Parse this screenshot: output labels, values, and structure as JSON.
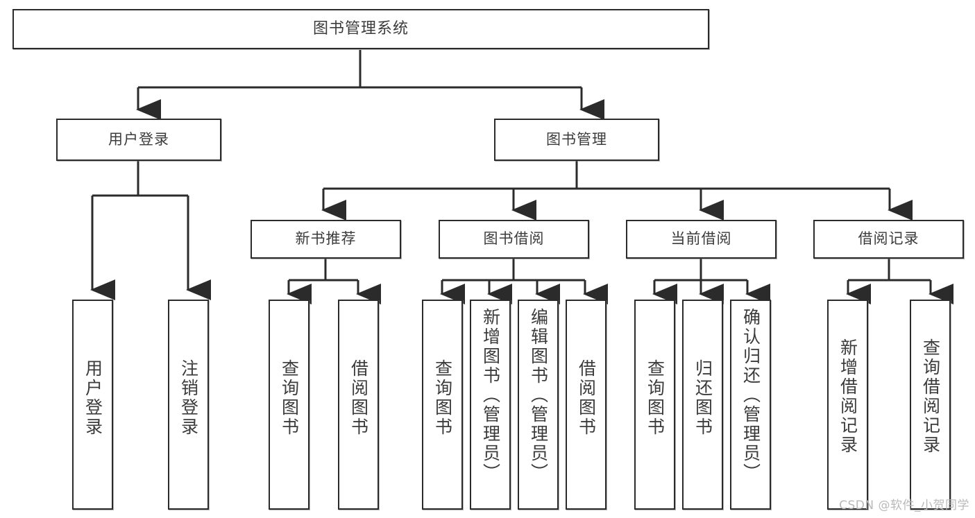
{
  "diagram": {
    "type": "hierarchy-tree",
    "background_color": "#ffffff",
    "line_color": "#2b2b2b",
    "text_color": "#3b3b3b",
    "root": {
      "id": "root",
      "label": "图书管理系统"
    },
    "level2": [
      {
        "id": "user-login",
        "label": "用户登录"
      },
      {
        "id": "book-management",
        "label": "图书管理"
      }
    ],
    "level3": [
      {
        "id": "new-book-recommend",
        "label": "新书推荐",
        "parent": "book-management"
      },
      {
        "id": "book-borrow",
        "label": "图书借阅",
        "parent": "book-management"
      },
      {
        "id": "current-borrow",
        "label": "当前借阅",
        "parent": "book-management"
      },
      {
        "id": "borrow-records",
        "label": "借阅记录",
        "parent": "book-management"
      }
    ],
    "leaves": {
      "user-login": [
        {
          "id": "leaf-user-login",
          "label": "用户登录"
        },
        {
          "id": "leaf-logout-login",
          "label": "注销登录"
        }
      ],
      "new-book-recommend": [
        {
          "id": "leaf-query-book-1",
          "label": "查询图书"
        },
        {
          "id": "leaf-borrow-book-1",
          "label": "借阅图书"
        }
      ],
      "book-borrow": [
        {
          "id": "leaf-query-book-2",
          "label": "查询图书"
        },
        {
          "id": "leaf-add-book",
          "label": "新增图书（管理员）"
        },
        {
          "id": "leaf-edit-book",
          "label": "编辑图书（管理员）"
        },
        {
          "id": "leaf-borrow-book-2",
          "label": "借阅图书"
        }
      ],
      "current-borrow": [
        {
          "id": "leaf-query-book-3",
          "label": "查询图书"
        },
        {
          "id": "leaf-return-book",
          "label": "归还图书"
        },
        {
          "id": "leaf-confirm-return",
          "label": "确认归还（管理员）"
        }
      ],
      "borrow-records": [
        {
          "id": "leaf-add-record",
          "label": "新增借阅记录"
        },
        {
          "id": "leaf-query-record",
          "label": "查询借阅记录"
        }
      ]
    }
  },
  "watermark": {
    "text": "CSDN @软件_小贺同学"
  }
}
